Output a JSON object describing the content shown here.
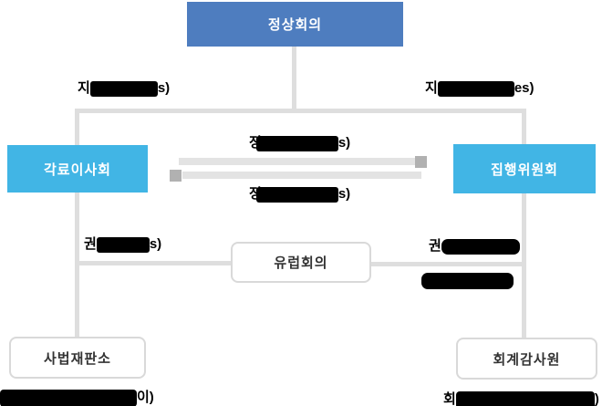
{
  "colors": {
    "summit_blue": "#4e7dbf",
    "body_cyan": "#41b5e5",
    "line_gray": "#dedede",
    "arrow_shaft_gray": "#e3e3e3",
    "arrow_head_gray": "#b1b1b1",
    "outline_box_border": "#d9d9d9",
    "redaction_black": "#000000"
  },
  "nodes": {
    "summit": "정상회의",
    "council": "각료이사회",
    "commission": "집행위원회",
    "parliament": "유럽회의",
    "court": "사법재판소",
    "auditors": "회계감사원"
  },
  "labels": {
    "guidelines_left": {
      "prefix": "지",
      "suffix": "s)"
    },
    "guidelines_right": {
      "prefix": "지",
      "suffix": "es)"
    },
    "mid_top": {
      "prefix": "정",
      "suffix": "s)"
    },
    "mid_bottom": {
      "prefix": "정",
      "suffix": "s)"
    },
    "recommend_left": {
      "prefix": "권",
      "suffix": "s)"
    },
    "right_upper": {
      "prefix": "권",
      "suffix": ""
    },
    "right_lower": {
      "prefix": "",
      "suffix": ""
    },
    "bottom_left": {
      "prefix": "",
      "suffix": "이)"
    },
    "bottom_right": {
      "prefix": "회",
      "suffix": ")"
    }
  }
}
